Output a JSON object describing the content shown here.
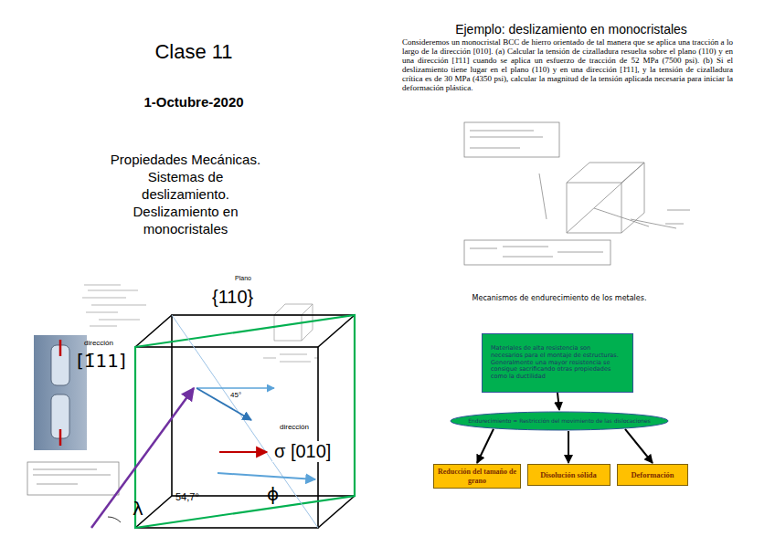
{
  "diagram": {
    "title": "Clase 11",
    "nodes": [
      {
        "text": [
          "Materiales de alta resistencia son necesarios para el montaje de estructuras. Generalmente una mayor resistencia se consigue sacrificando otras propiedades como la ductilidad"
        ]
      },
      {
        "text": [
          "Endurecimiento = Restricción del movimiento de las dislocaciones"
        ]
      },
      {
        "text": [
          "Reducción del tamaño de grano"
        ]
      },
      {
        "text": [
          "Disolución sólida"
        ]
      },
      {
        "text": [
          "Deformación"
        ]
      }
    ],
    "edges": [
      {
        "from": 0,
        "to": 1,
        "arrow": "to"
      },
      {
        "from": 1,
        "to": 2,
        "arrow": "to"
      },
      {
        "from": 1,
        "to": 3,
        "arrow": "to"
      },
      {
        "from": 1,
        "to": 4,
        "arrow": "to"
      }
    ],
    "labels": [
      "1-Octubre-2020",
      "Propiedades Mecánicas. Sistemas de deslizamiento. Deslizamiento en monocristales",
      "Plano",
      "{110}",
      "dirección",
      "[1̄11]",
      "45°",
      "σ [010]",
      "dirección",
      "54,7°",
      "λ",
      "ϕ",
      "Ejemplo: deslizamiento en monocristales",
      "Consideremos un monocristal BCC de hierro orientado de tal manera que se aplica una tracción a lo largo de la dirección [010]. (a) Calcular la tensión de cizalladura resuelta sobre el plano (110) y en una dirección [1̄11] cuando se aplica un esfuerzo de tracción de 52 MPa (7500 psi). (b) Si el deslizamiento tiene lugar en el plano (110) y en una dirección [1̄11], y la tensión de cizalladura crítica es de 30 MPa (4350 psi), calcular la magnitud de la tensión aplicada necesaria para iniciar la deformación plástica.",
      "Mecanismos de endurecimiento de los metales."
    ]
  }
}
